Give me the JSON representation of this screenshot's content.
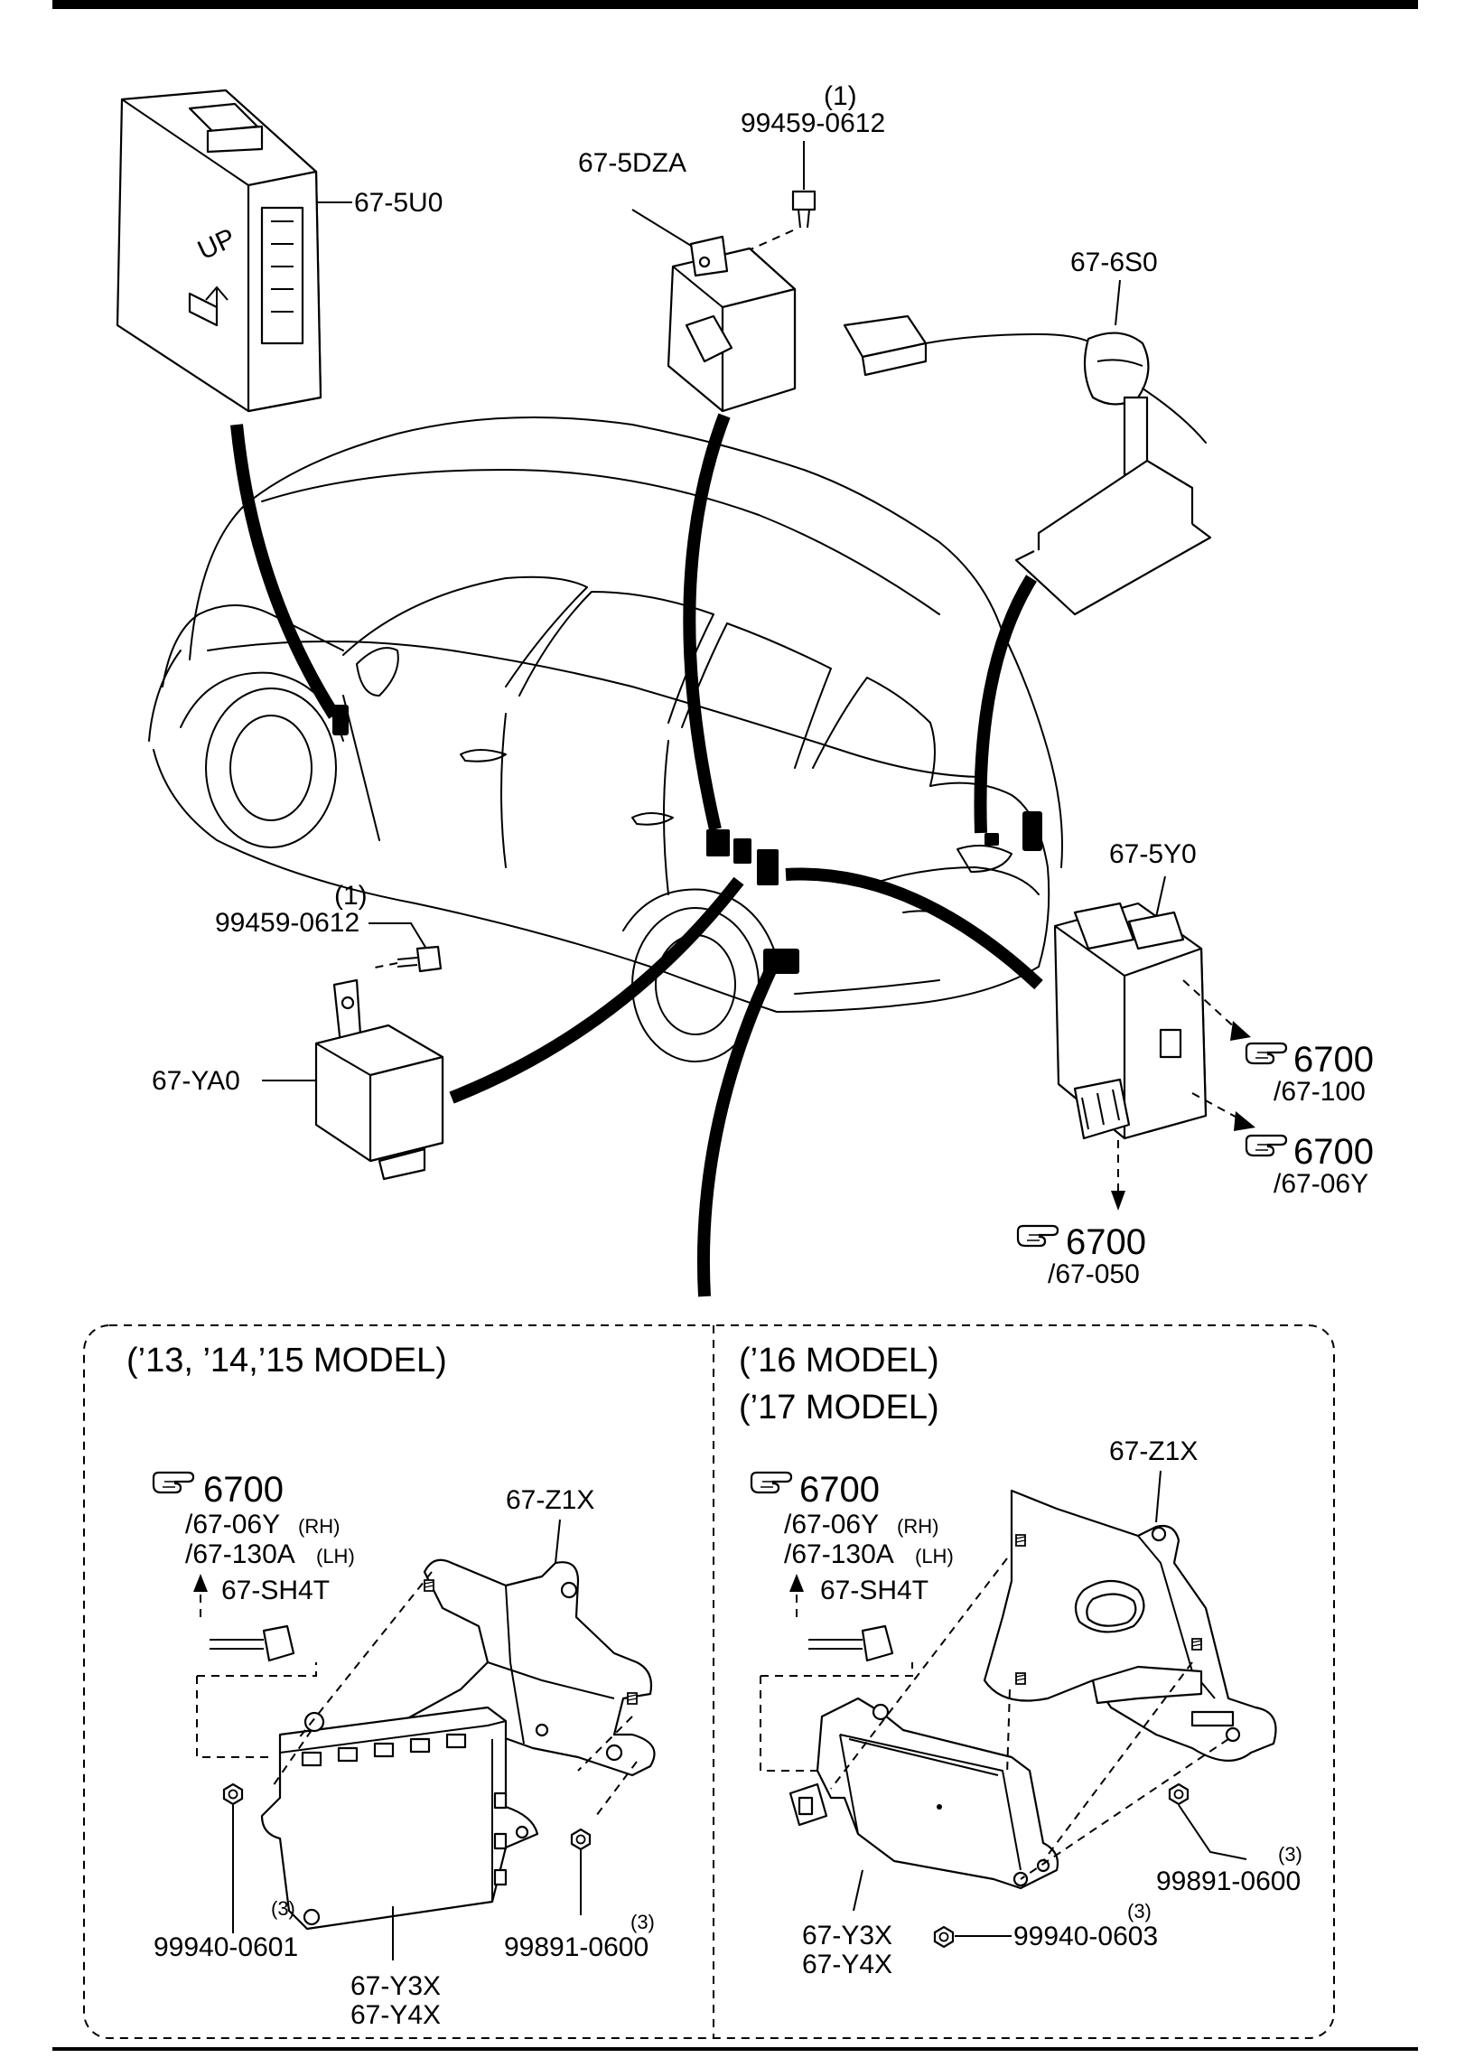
{
  "parts": {
    "p_675u0": "67-5U0",
    "p_675dza": "67-5DZA",
    "bolt_top": "99459-0612",
    "bolt_top_qty": "(1)",
    "p_676s0": "67-6S0",
    "p_675y0": "67-5Y0",
    "bolt_left": "99459-0612",
    "bolt_left_qty": "(1)",
    "p_67ya0": "67-YA0"
  },
  "refs": {
    "r1_num": "6700",
    "r1_sub": "/67-100",
    "r2_num": "6700",
    "r2_sub": "/67-06Y",
    "r3_num": "6700",
    "r3_sub": "/67-050"
  },
  "left_panel": {
    "header": "(’13, ’14,’15 MODEL)",
    "ref_num": "6700",
    "ref_line1": "/67-06Y",
    "ref_line1_side": "(RH)",
    "ref_line2": "/67-130A",
    "ref_line2_side": "(LH)",
    "sensor": "67-SH4T",
    "bracket": "67-Z1X",
    "module_1": "67-Y3X",
    "module_2": "67-Y4X",
    "nut_left": "99940-0601",
    "nut_left_qty": "(3)",
    "nut_right": "99891-0600",
    "nut_right_qty": "(3)"
  },
  "right_panel": {
    "header_1": "(’16 MODEL)",
    "header_2": "(’17 MODEL)",
    "ref_num": "6700",
    "ref_line1": "/67-06Y",
    "ref_line1_side": "(RH)",
    "ref_line2": "/67-130A",
    "ref_line2_side": "(LH)",
    "sensor": "67-SH4T",
    "bracket": "67-Z1X",
    "module_1": "67-Y3X",
    "module_2": "67-Y4X",
    "nut_right": "99891-0600",
    "nut_right_qty": "(3)",
    "nut_bottom": "99940-0603",
    "nut_bottom_qty": "(3)"
  },
  "icons": {
    "reference": "pointing-hand-icon"
  },
  "colors": {
    "ink": "#000000",
    "paper": "#ffffff"
  }
}
